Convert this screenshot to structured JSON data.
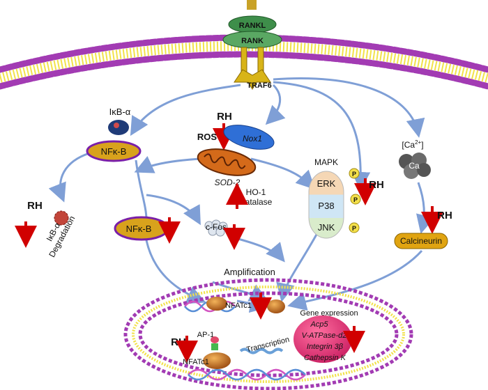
{
  "receptor": {
    "rankl": "RANKL",
    "rank": "RANK",
    "traf6": "TRAF6"
  },
  "nfkb_path": {
    "ikba": "IκB-α",
    "nfkb_top": "NFκ-B",
    "nfkb_lower": "NFκ-B",
    "degradation_line1": "IκB-α",
    "degradation_line2": "Degradation",
    "rh": "RH"
  },
  "ros_path": {
    "rh": "RH",
    "ros": "ROS",
    "nox1": "Nox1",
    "sod2": "SOD-2",
    "ho1": "HO-1",
    "catalase": "catalase",
    "cfos": "c-Fos"
  },
  "mapk": {
    "title": "MAPK",
    "erk": "ERK",
    "p38": "P38",
    "jnk": "JNK",
    "p": "P",
    "rh": "RH"
  },
  "calcium": {
    "ca_label": "[Ca",
    "ca_sup": "2+",
    "ca_close": "]",
    "ca_ion": "Ca",
    "calcineurin": "Calcineurin",
    "rh": "RH"
  },
  "nucleus": {
    "amplification": "Amplification",
    "nfatc1_a": "NFATc1",
    "nfatc1_b": "NFATc1",
    "ap1": "AP-1",
    "transcription": "Transcription",
    "rh": "RH",
    "gene_expression": "Gene expression",
    "genes": [
      "Acp5",
      "V-ATPase-d2",
      "Integrin 3β",
      "Cathepsin K"
    ]
  },
  "colors": {
    "arrow": "#7f9fd6",
    "inhibit": "#d10000",
    "membrane": "#a23bb3",
    "nfkb": "#d8a21c",
    "calcineurin": "#e0a411"
  }
}
